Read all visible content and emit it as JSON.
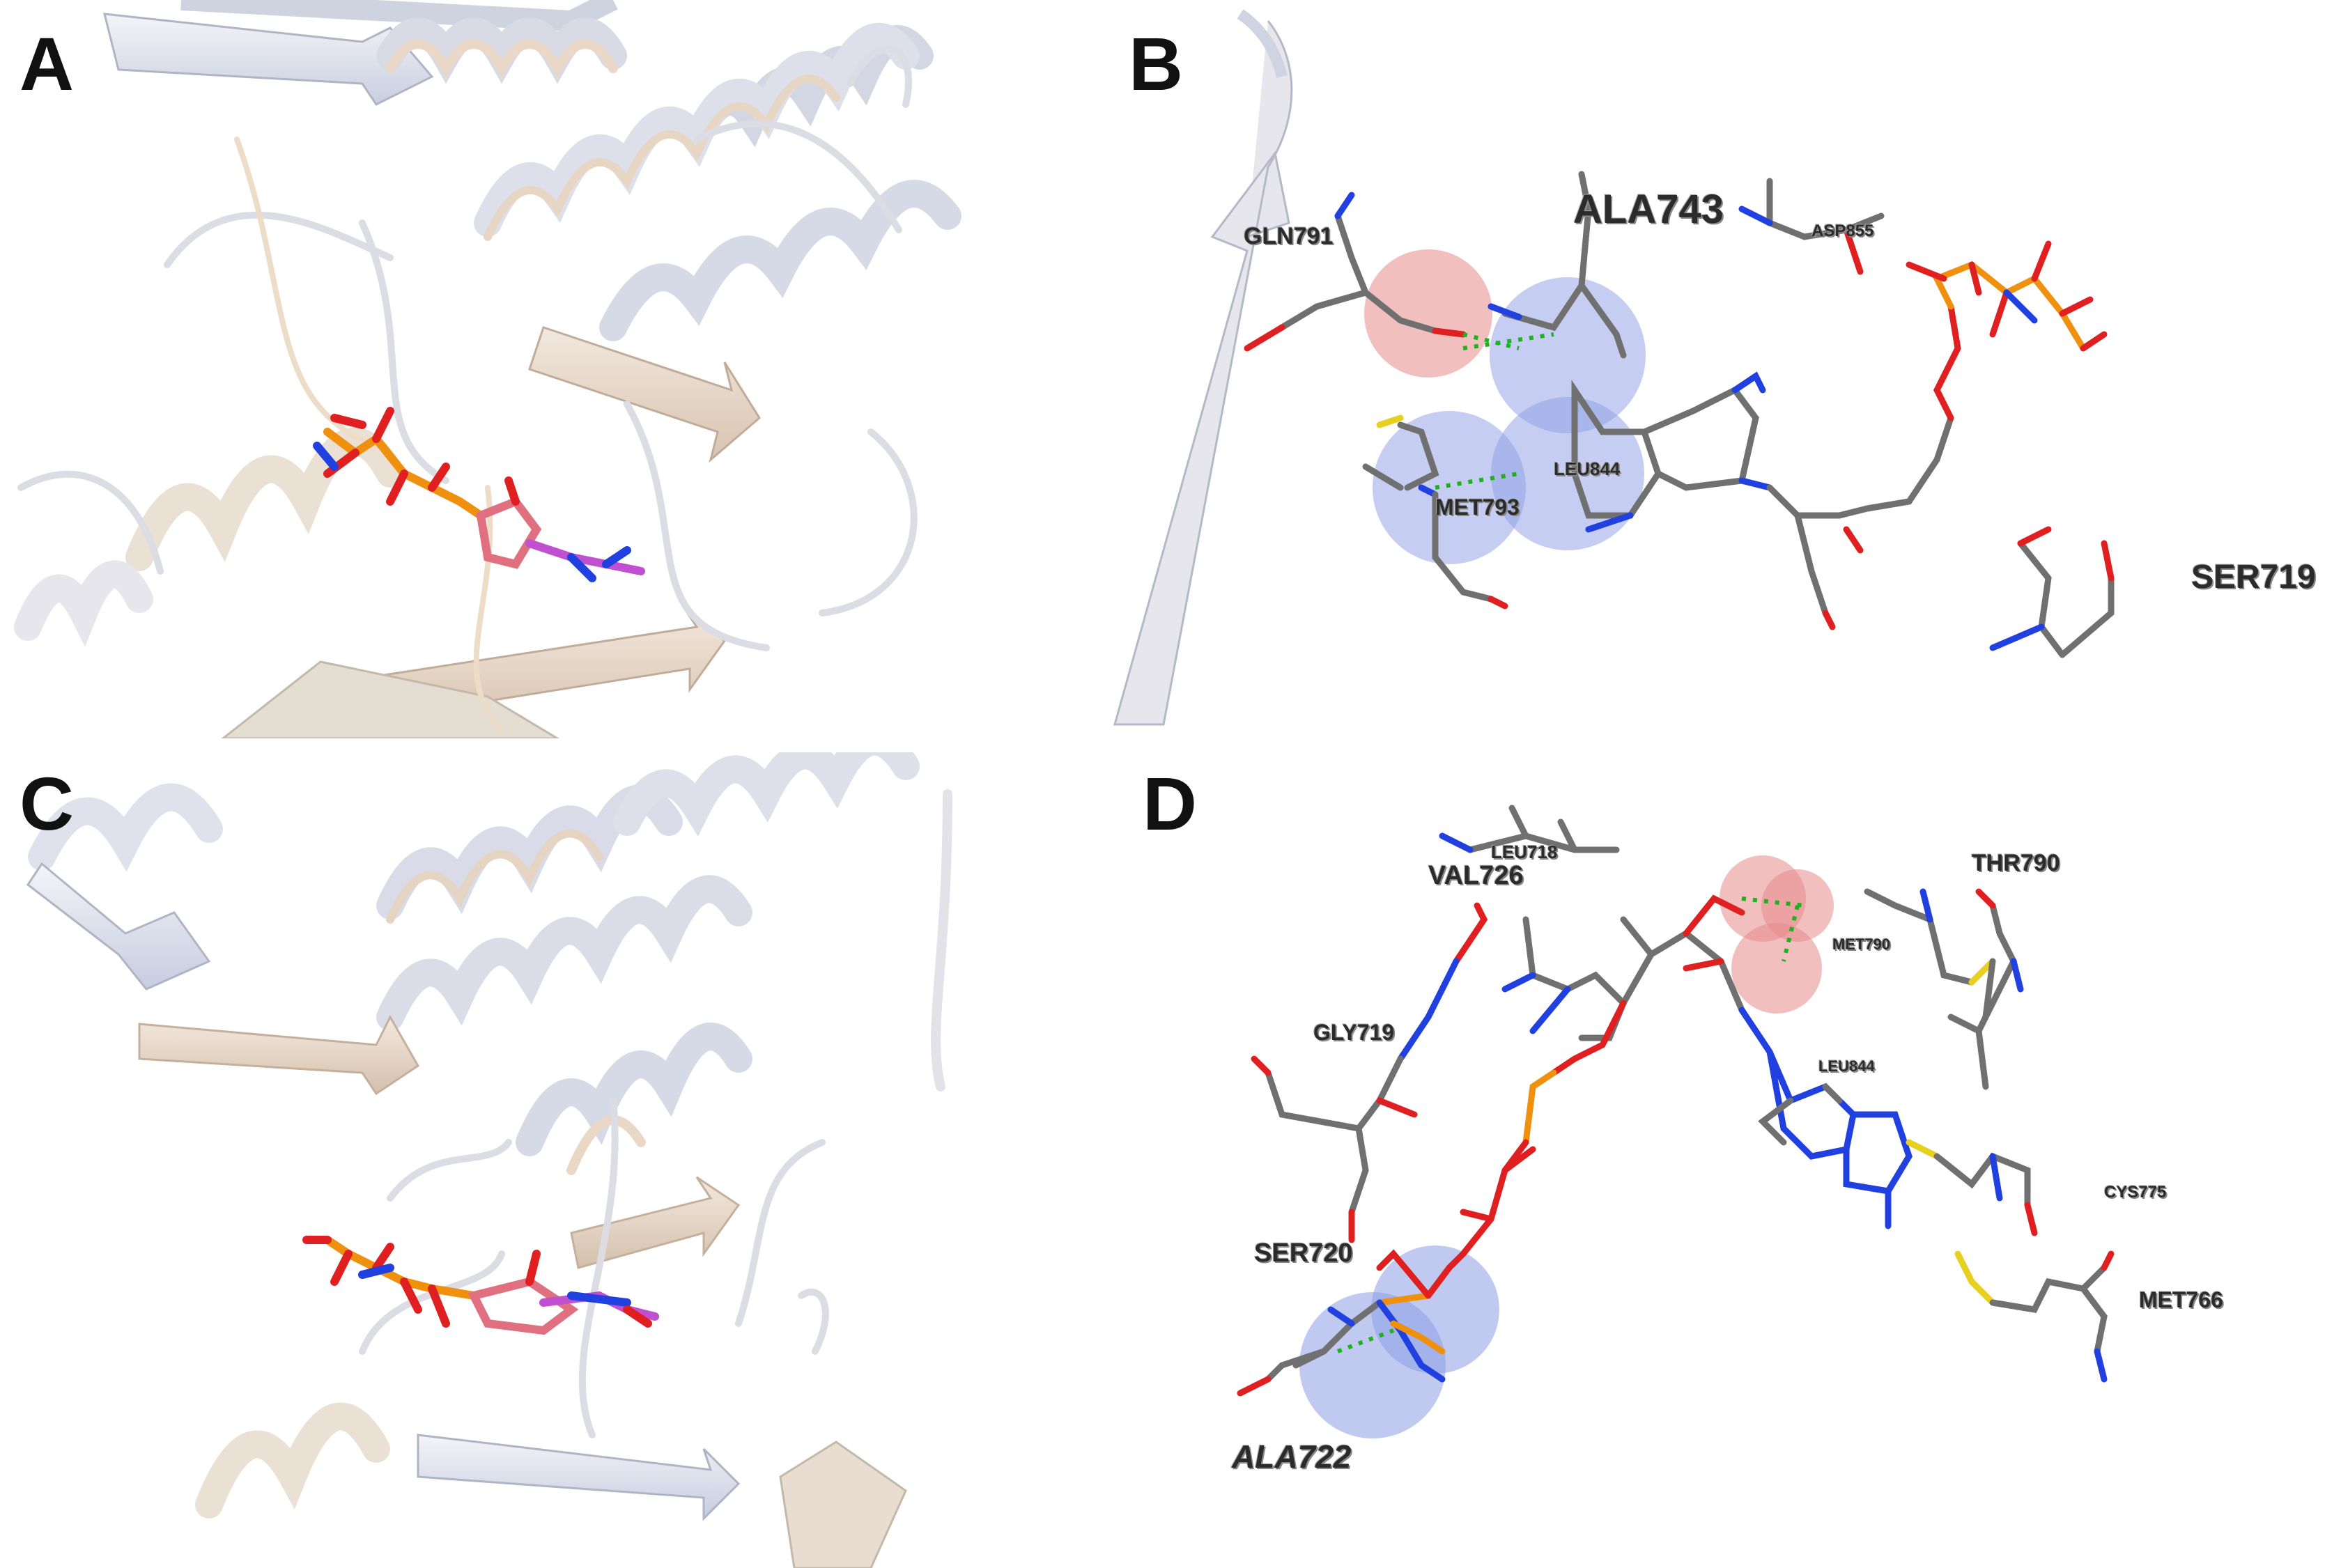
{
  "panels": {
    "a": {
      "letter": "A"
    },
    "b": {
      "letter": "B"
    },
    "c": {
      "letter": "C"
    },
    "d": {
      "letter": "D"
    }
  },
  "labels_b": {
    "gln": "GLN791",
    "ala743": "ALA743",
    "asp": "ASP855",
    "leu844": "LEU844",
    "met793": "MET793",
    "ser": "SER719"
  },
  "labels_d": {
    "leu718": "LEU718",
    "val726": "VAL726",
    "thr790": "THR790",
    "met790": "MET790",
    "gly719": "GLY719",
    "leu844": "LEU844",
    "cys775": "CYS775",
    "ser720": "SER720",
    "met766": "MET766",
    "ala722": "ALA722"
  },
  "colors": {
    "ribbon_white": "#e8e8ee",
    "ribbon_tan": "#e6d6c6",
    "ribbon_blue": "#b8c4e6",
    "carbon": "#707070",
    "oxygen": "#e02020",
    "nitrogen": "#2040e0",
    "phosphorus": "#f09010",
    "sulfur": "#e8d020",
    "ligand_pink": "#e07080",
    "ligand_magenta": "#c050d0",
    "hbond": "#20b020"
  }
}
